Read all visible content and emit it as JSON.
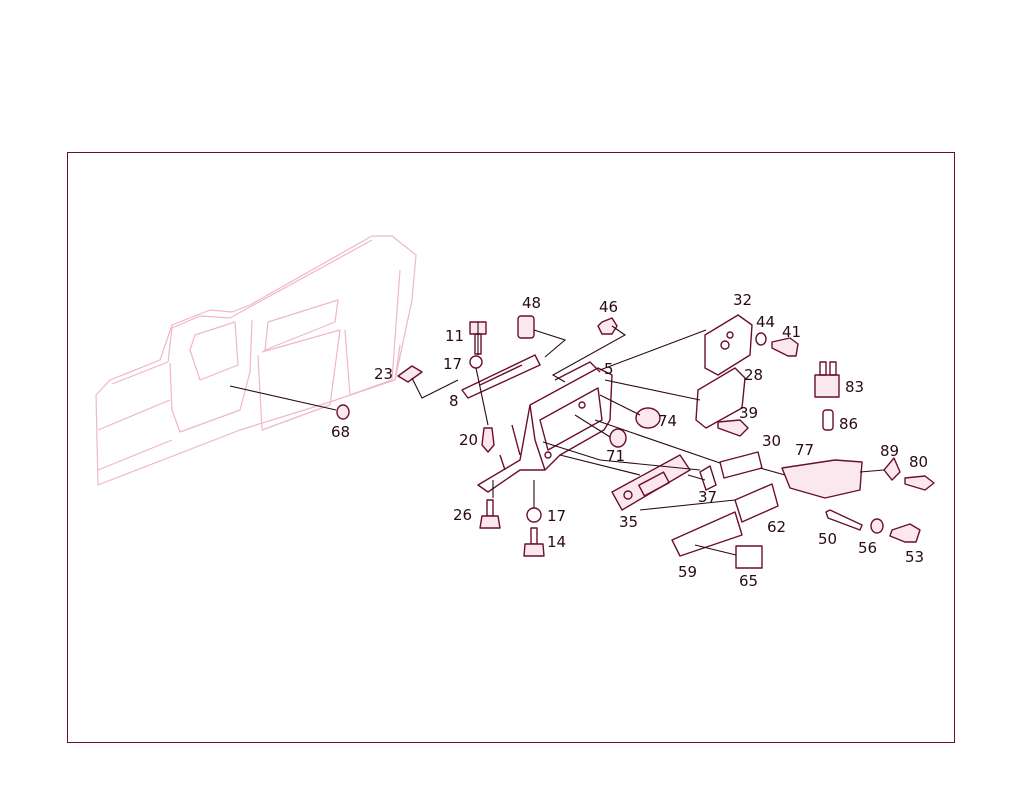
{
  "labels": {
    "p68": "68",
    "p23": "23",
    "p11": "11",
    "p17a": "17",
    "p8": "8",
    "p20": "20",
    "p48": "48",
    "p46": "46",
    "p5": "5",
    "p32": "32",
    "p44": "44",
    "p41": "41",
    "p28": "28",
    "p83": "83",
    "p39": "39",
    "p86": "86",
    "p74": "74",
    "p30": "30",
    "p71": "71",
    "p77": "77",
    "p89": "89",
    "p80": "80",
    "p37": "37",
    "p35": "35",
    "p26": "26",
    "p17b": "17",
    "p14": "14",
    "p62": "62",
    "p50": "50",
    "p56": "56",
    "p53": "53",
    "p59": "59",
    "p65": "65"
  },
  "colors": {
    "line": "#6b0f2a",
    "ghost": "#f0b7c6",
    "text": "#2a0a14"
  }
}
